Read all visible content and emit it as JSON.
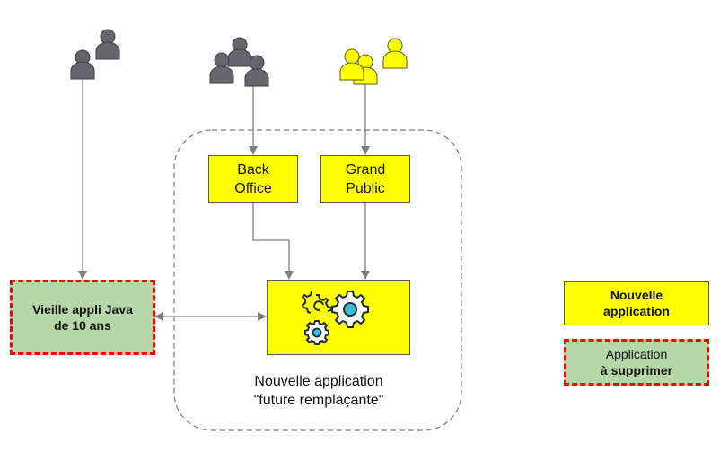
{
  "diagram": {
    "actor_groups": [
      {
        "id": "legacy-users",
        "icon": "users-group-icon",
        "color": "#66656b",
        "count": 2
      },
      {
        "id": "back-office-users",
        "icon": "users-group-icon",
        "color": "#66656b",
        "count": 3
      },
      {
        "id": "public-users",
        "icon": "users-group-icon",
        "color": "#ffff00",
        "count": 3
      }
    ],
    "nodes": {
      "back_office": {
        "line1": "Back",
        "line2": "Office"
      },
      "grand_public": {
        "line1": "Grand",
        "line2": "Public"
      },
      "new_app_core": {
        "icon": "gears-icon"
      },
      "legacy_app": {
        "line1": "Vieille appli Java",
        "line2": "de 10 ans"
      }
    },
    "container_caption": {
      "line1": "Nouvelle application",
      "line2": "\"future remplaçante\""
    },
    "legend": {
      "new_app": {
        "line1": "Nouvelle",
        "line2": "application"
      },
      "to_delete": {
        "line1": "Application",
        "line2": "à supprimer"
      }
    },
    "colors": {
      "new_app_fill": "#ffff00",
      "legacy_fill": "#b6d7a8",
      "legacy_border": "#ff0000",
      "connector": "#7f7f7f",
      "gear_fill": "#ffffff",
      "gear_stroke": "#1f2a44",
      "gear_hub": "#3cc0d8"
    }
  }
}
